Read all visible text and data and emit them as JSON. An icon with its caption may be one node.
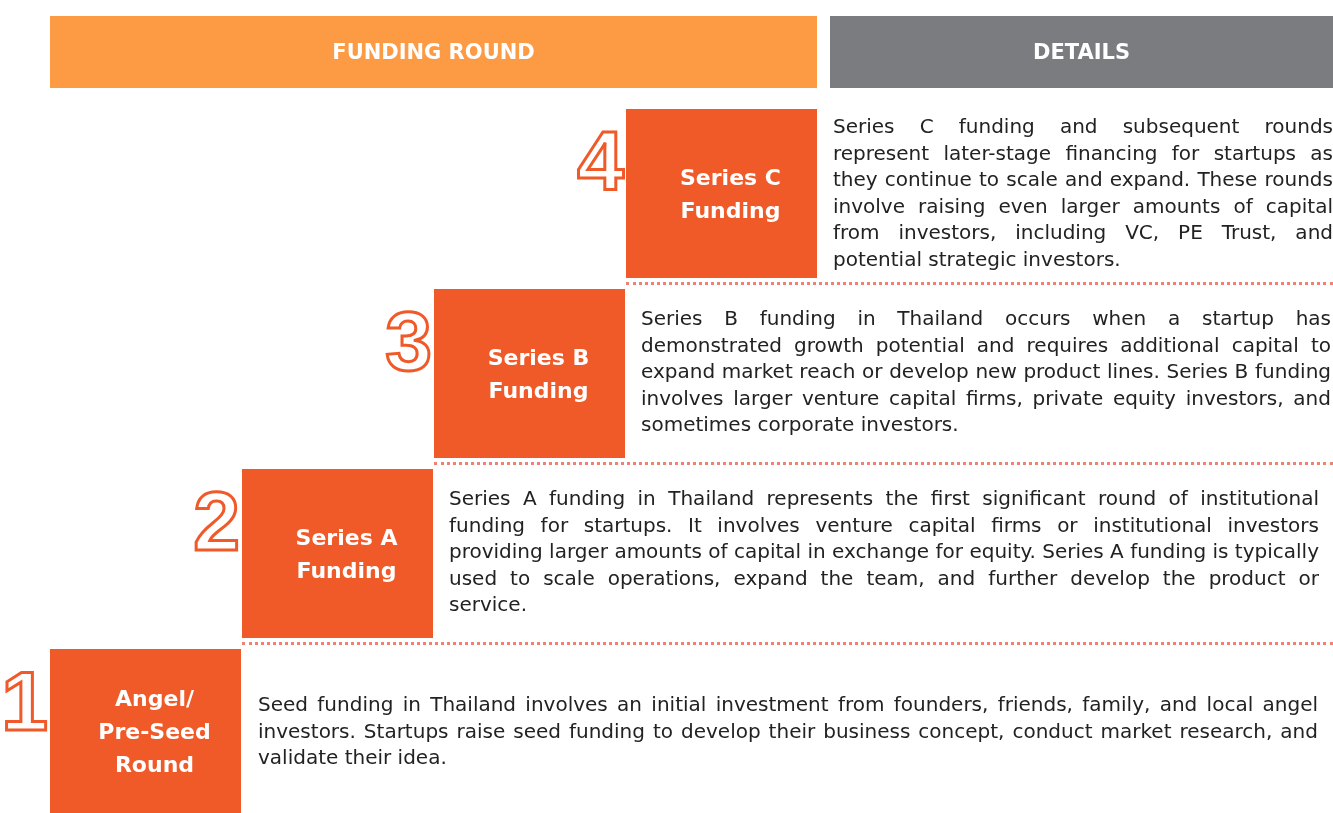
{
  "diagram": {
    "nodes": [
      {
        "text": [
          "FUNDING ROUND"
        ]
      },
      {
        "text": [
          "DETAILS"
        ]
      },
      {
        "text": [
          "Series C Funding"
        ],
        "beside": [
          "4"
        ]
      },
      {
        "text": [
          "Series B Funding"
        ],
        "beside": [
          "3"
        ]
      },
      {
        "text": [
          "Series A Funding"
        ],
        "beside": [
          "2"
        ]
      },
      {
        "text": [
          "Angel/ Pre-Seed Round"
        ],
        "beside": [
          "1"
        ]
      }
    ],
    "labels": [
      "Series C funding and subsequent rounds represent later-stage financing for startups as they continue to scale and expand. These rounds involve raising even larger amounts of capital from investors, including VC, PE Trust, and potential strategic investors.",
      "Series B funding in Thailand occurs when a startup has demonstrated growth potential and requires additional capital to expand market reach or develop new product lines. Series B funding involves larger venture capital firms, private equity investors, and sometimes corporate investors.",
      "Series A funding in Thailand represents the first significant round of institutional funding for startups. It involves venture capital firms or institutional investors providing larger amounts of capital in exchange for equity. Series A funding is typically used to scale operations, expand the team, and further develop the product or service.",
      "Seed funding in Thailand involves an initial investment from founders, friends, family, and local angel investors. Startups raise seed funding to develop their business concept, conduct market research, and validate their idea."
    ]
  }
}
